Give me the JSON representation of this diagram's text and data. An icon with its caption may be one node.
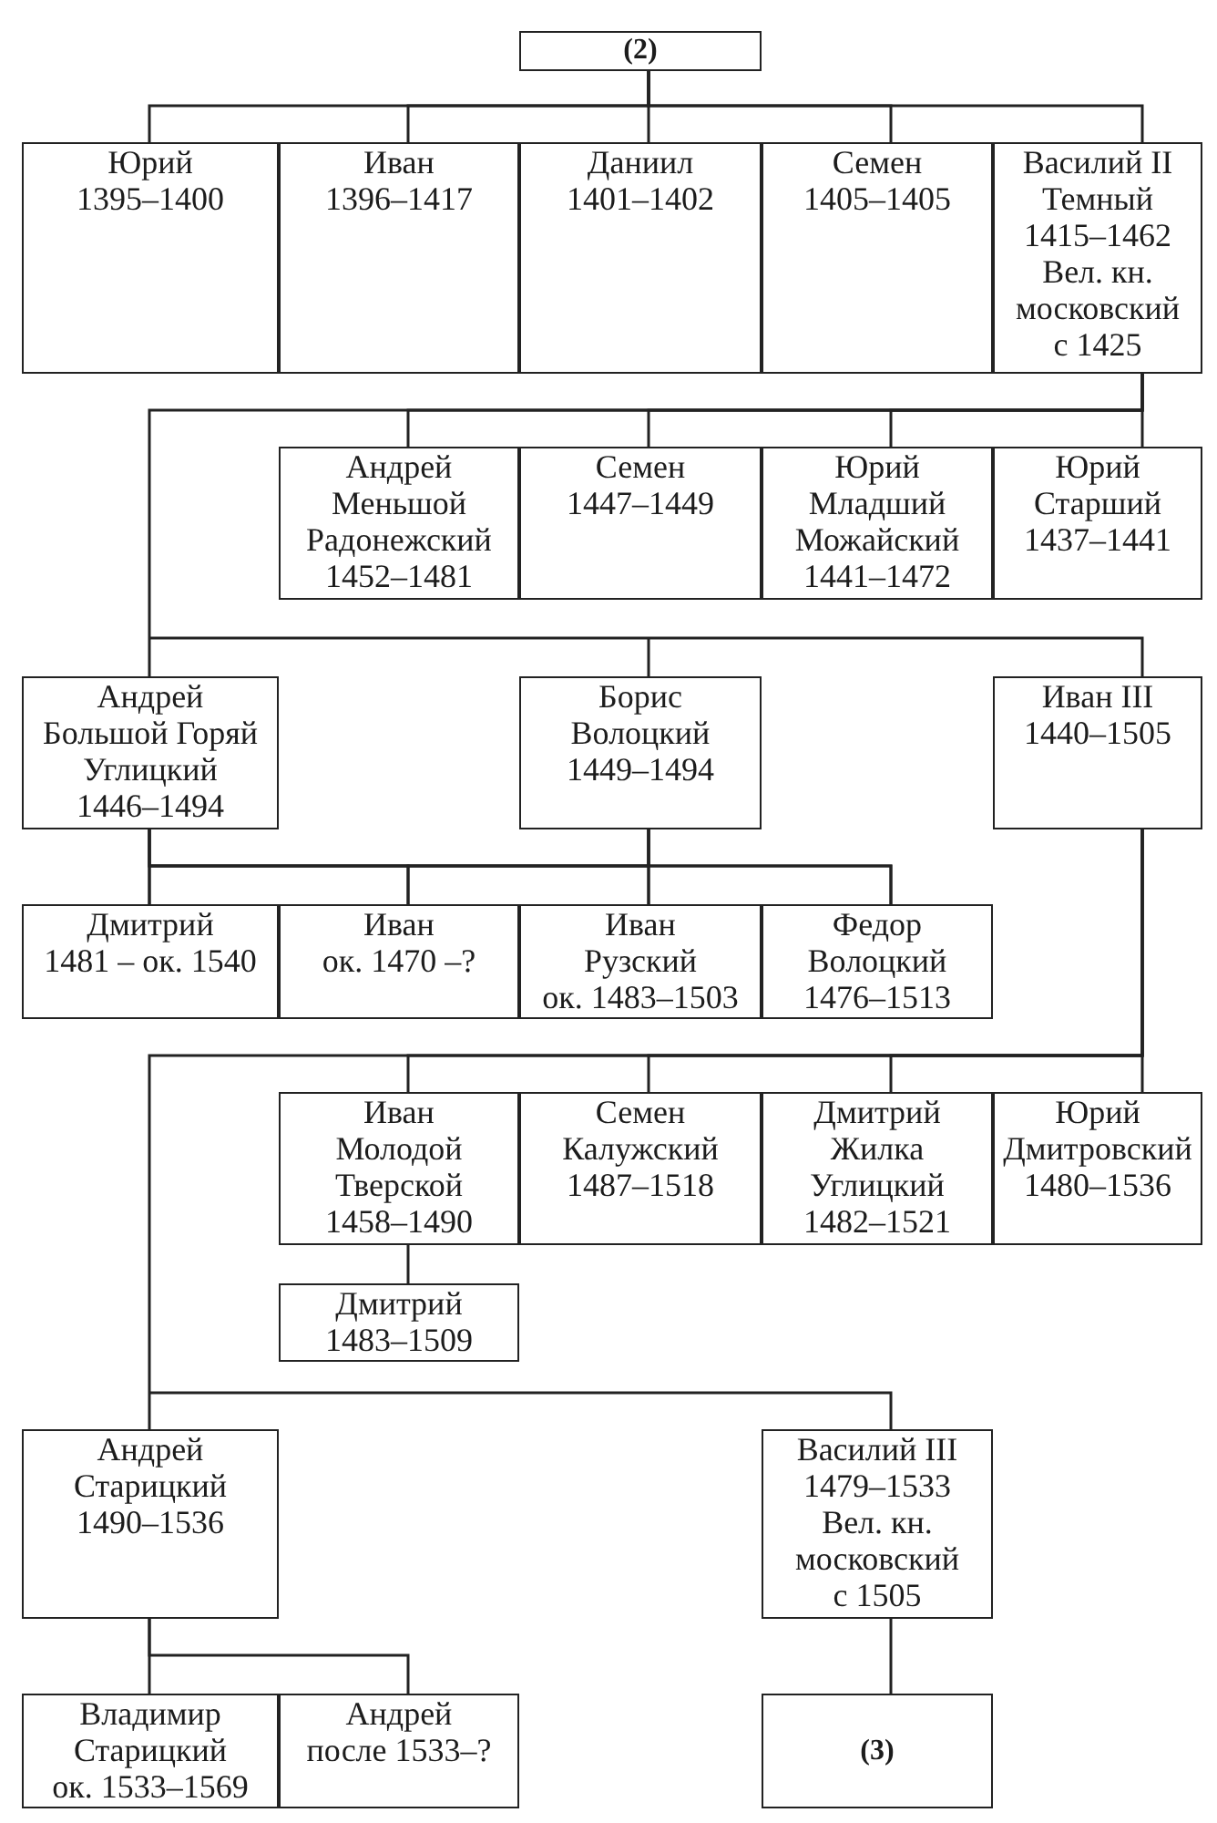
{
  "diagram": {
    "nodes": [
      {
        "text": [
          "(2)"
        ]
      },
      {
        "text": [
          "Юрий",
          "1395–1400"
        ]
      },
      {
        "text": [
          "Иван",
          "1396–1417"
        ]
      },
      {
        "text": [
          "Даниил",
          "1401–1402"
        ]
      },
      {
        "text": [
          "Семен",
          "1405–1405"
        ]
      },
      {
        "text": [
          "Василий II Темный",
          "1415–1462",
          "Вел. кн. московский с 1425"
        ]
      },
      {
        "text": [
          "Андрей Меньшой Радонежский",
          "1452–1481"
        ]
      },
      {
        "text": [
          "Семен",
          "1447–1449"
        ]
      },
      {
        "text": [
          "Юрий Младший Можайский",
          "1441–1472"
        ]
      },
      {
        "text": [
          "Юрий Старший",
          "1437–1441"
        ]
      },
      {
        "text": [
          "Андрей Большой Горяй Углицкий",
          "1446–1494"
        ]
      },
      {
        "text": [
          "Борис Волоцкий",
          "1449–1494"
        ]
      },
      {
        "text": [
          "Иван III",
          "1440–1505"
        ]
      },
      {
        "text": [
          "Дмитрий",
          "1481 – ок. 1540"
        ]
      },
      {
        "text": [
          "Иван",
          "ок. 1470 –?"
        ]
      },
      {
        "text": [
          "Иван Рузский",
          "ок. 1483–1503"
        ]
      },
      {
        "text": [
          "Федор Волоцкий",
          "1476–1513"
        ]
      },
      {
        "text": [
          "Иван Молодой Тверской",
          "1458–1490"
        ]
      },
      {
        "text": [
          "Семен Калужский",
          "1487–1518"
        ]
      },
      {
        "text": [
          "Дмитрий Жилка Углицкий",
          "1482–1521"
        ]
      },
      {
        "text": [
          "Юрий Дмитровский",
          "1480–1536"
        ]
      },
      {
        "text": [
          "Дмитрий",
          "1483–1509"
        ]
      },
      {
        "text": [
          "Андрей Старицкий",
          "1490–1536"
        ]
      },
      {
        "text": [
          "Василий III",
          "1479–1533",
          "Вел. кн. московский с 1505"
        ]
      },
      {
        "text": [
          "Владимир Старицкий",
          "ок. 1533–1569"
        ]
      },
      {
        "text": [
          "Андрей",
          "после 1533–?"
        ]
      },
      {
        "text": [
          "(3)"
        ]
      }
    ],
    "edges": [
      {
        "from": 0,
        "to": 1,
        "arrow": "none"
      },
      {
        "from": 0,
        "to": 2,
        "arrow": "none"
      },
      {
        "from": 0,
        "to": 3,
        "arrow": "none"
      },
      {
        "from": 0,
        "to": 4,
        "arrow": "none"
      },
      {
        "from": 0,
        "to": 5,
        "arrow": "none"
      },
      {
        "from": 5,
        "to": 6,
        "arrow": "none"
      },
      {
        "from": 5,
        "to": 7,
        "arrow": "none"
      },
      {
        "from": 5,
        "to": 8,
        "arrow": "none"
      },
      {
        "from": 5,
        "to": 9,
        "arrow": "none"
      },
      {
        "from": 5,
        "to": 10,
        "arrow": "none"
      },
      {
        "from": 5,
        "to": 11,
        "arrow": "none"
      },
      {
        "from": 5,
        "to": 12,
        "arrow": "none"
      },
      {
        "from": 10,
        "to": 13,
        "arrow": "none"
      },
      {
        "from": 10,
        "to": 14,
        "arrow": "none"
      },
      {
        "from": 10,
        "to": 15,
        "arrow": "none"
      },
      {
        "from": 10,
        "to": 16,
        "arrow": "none"
      },
      {
        "from": 11,
        "to": 13,
        "arrow": "none"
      },
      {
        "from": 11,
        "to": 14,
        "arrow": "none"
      },
      {
        "from": 11,
        "to": 15,
        "arrow": "none"
      },
      {
        "from": 11,
        "to": 16,
        "arrow": "none"
      },
      {
        "from": 12,
        "to": 17,
        "arrow": "none"
      },
      {
        "from": 12,
        "to": 18,
        "arrow": "none"
      },
      {
        "from": 12,
        "to": 19,
        "arrow": "none"
      },
      {
        "from": 12,
        "to": 20,
        "arrow": "none"
      },
      {
        "from": 12,
        "to": 22,
        "arrow": "none"
      },
      {
        "from": 12,
        "to": 23,
        "arrow": "none"
      },
      {
        "from": 17,
        "to": 21,
        "arrow": "none"
      },
      {
        "from": 22,
        "to": 24,
        "arrow": "none"
      },
      {
        "from": 22,
        "to": 25,
        "arrow": "none"
      },
      {
        "from": 23,
        "to": 26,
        "arrow": "none"
      }
    ]
  }
}
